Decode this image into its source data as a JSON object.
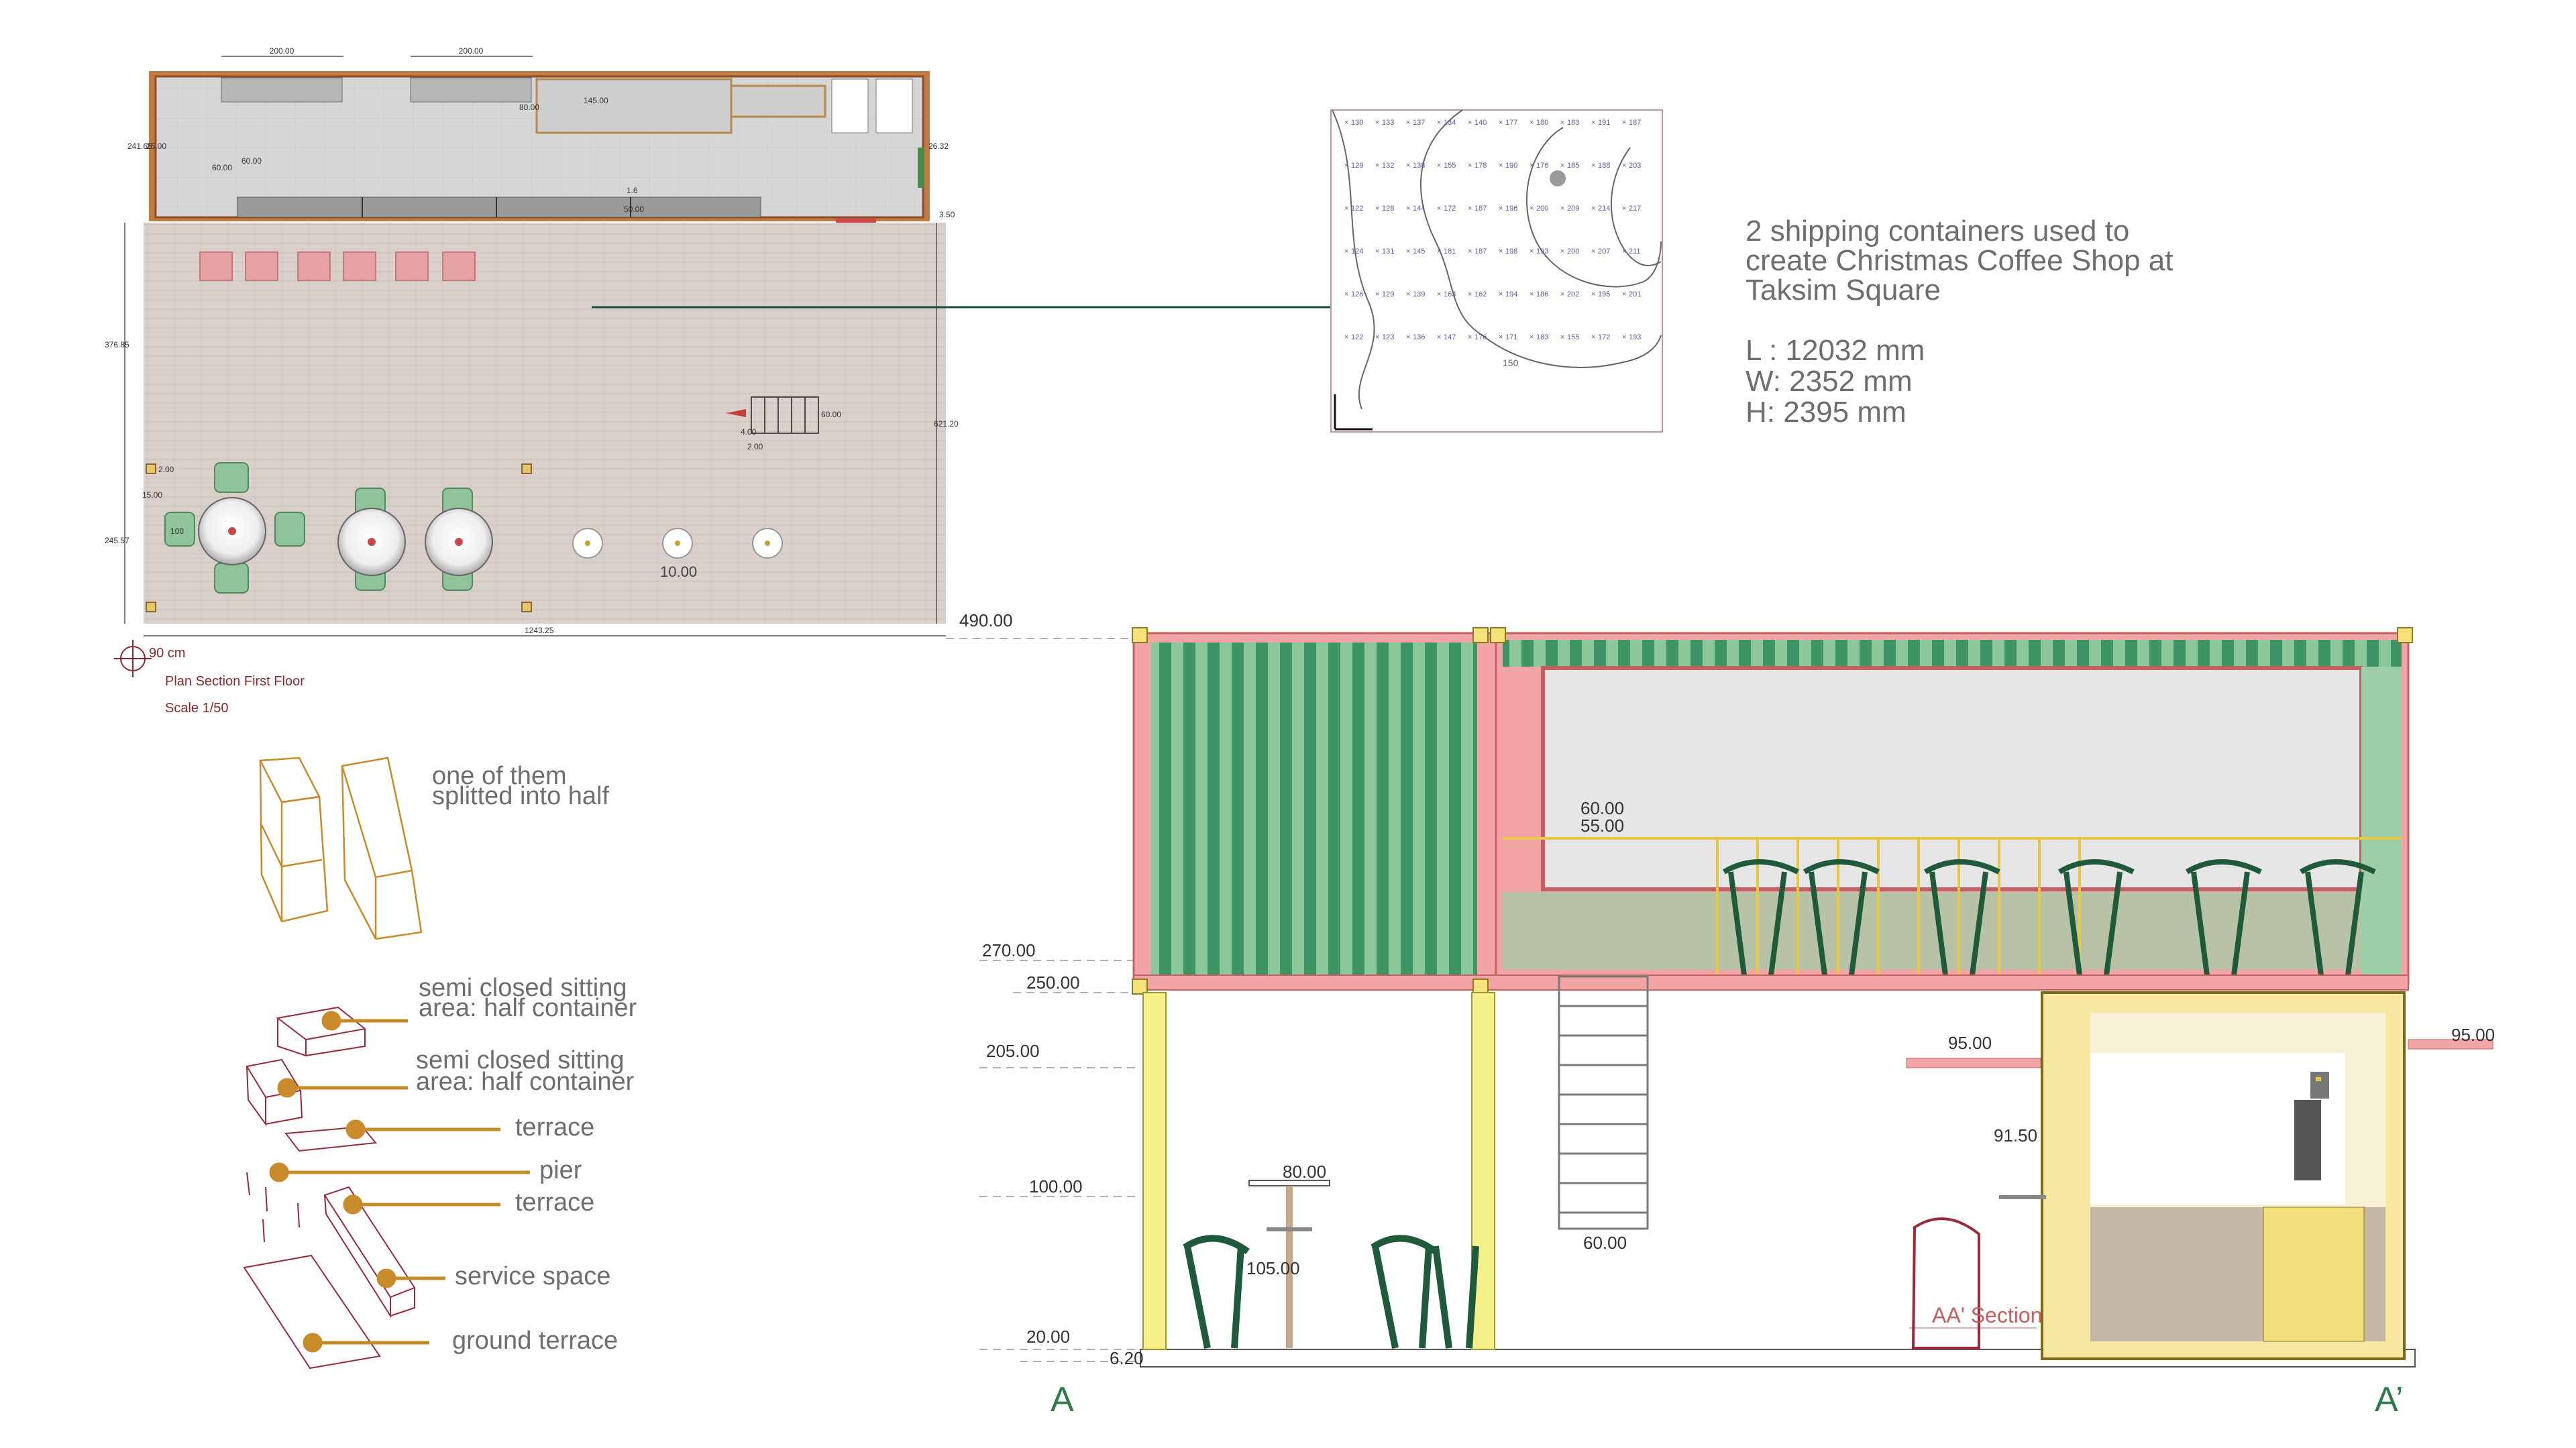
{
  "description": {
    "line1": "2 shipping containers used to",
    "line2": "create  Christmas Coffee Shop at",
    "line3": "Taksim Square",
    "length": "L : 12032 mm",
    "width": "W: 2352 mm",
    "height": "H: 2395 mm"
  },
  "plan": {
    "title": "Plan Section First Floor",
    "scale": "Scale 1/50",
    "north_label": "90 cm",
    "dims": {
      "top1": "200.00",
      "top2": "200.00",
      "d145": "145.00",
      "d80": "80.00",
      "d241": "241.65",
      "d25": "25.00",
      "d60a": "60.00",
      "d60b": "60.00",
      "d16": "1.6",
      "d50": "50.00",
      "d2632": "26.32",
      "d350": "3.50",
      "d37685": "376.85",
      "d62120": "621.20",
      "d60c": "60.00",
      "d400": "4.00",
      "d200": "2.00",
      "d24557": "245.57",
      "d1500": "15.00",
      "d100": "100",
      "d2a": "2.00",
      "d10": "10.00",
      "total": "1243.25"
    }
  },
  "site": {
    "contour": "150",
    "grid_values": [
      "130",
      "133",
      "137",
      "134",
      "140",
      "177",
      "180",
      "183",
      "191",
      "187",
      "129",
      "132",
      "138",
      "155",
      "178",
      "190",
      "176",
      "185",
      "188",
      "203",
      "122",
      "128",
      "144",
      "172",
      "187",
      "196",
      "200",
      "209",
      "214",
      "217",
      "124",
      "131",
      "145",
      "181",
      "187",
      "198",
      "193",
      "200",
      "207",
      "211",
      "126",
      "129",
      "139",
      "163",
      "162",
      "194",
      "186",
      "202",
      "195",
      "201",
      "122",
      "123",
      "136",
      "147",
      "176",
      "171",
      "183",
      "155",
      "172",
      "193"
    ]
  },
  "diagram": {
    "label1a": "one of them",
    "label1b": "splitted into half",
    "label2a": "semi closed sitting",
    "label2b": "area: half container",
    "label3a": "semi closed sitting",
    "label3b": "area: half container",
    "label4": "terrace",
    "label5": "pier",
    "label6": "terrace",
    "label7": "service space",
    "label8": "ground terrace"
  },
  "section": {
    "title": "AA' Section",
    "markA": "A",
    "markA2": "A’",
    "levels": [
      "490.00",
      "270.00",
      "250.00",
      "205.00",
      "100.00",
      "20.00",
      "6.20"
    ],
    "dims": {
      "d6000": "60.00",
      "d5500": "55.00",
      "d9500a": "95.00",
      "d9500b": "95.00",
      "d9150": "91.50",
      "d8000": "80.00",
      "d10500": "105.00",
      "d6000b": "60.00"
    }
  }
}
